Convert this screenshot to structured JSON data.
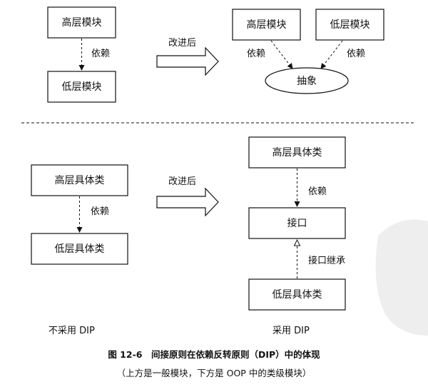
{
  "top": {
    "before": {
      "high_module": "高层模块",
      "depend": "依赖",
      "low_module": "低层模块"
    },
    "arrow_label": "改进后",
    "after": {
      "high_module": "高层模块",
      "low_module": "低层模块",
      "depend_left": "依赖",
      "depend_right": "依赖",
      "abstraction": "抽象"
    }
  },
  "bottom": {
    "before": {
      "high_class": "高层具体类",
      "depend": "依赖",
      "low_class": "低层具体类"
    },
    "arrow_label": "改进后",
    "after": {
      "high_class": "高层具体类",
      "depend": "依赖",
      "interface": "接口",
      "inherit": "接口继承",
      "low_class": "低层具体类"
    }
  },
  "footer": {
    "left": "不采用 DIP",
    "right": "采用 DIP"
  },
  "caption": {
    "line1": "图 12-6　间接原则在依赖反转原则（DIP）中的体现",
    "line2": "（上方是一般模块，下方是 OOP 中的类级模块）"
  }
}
